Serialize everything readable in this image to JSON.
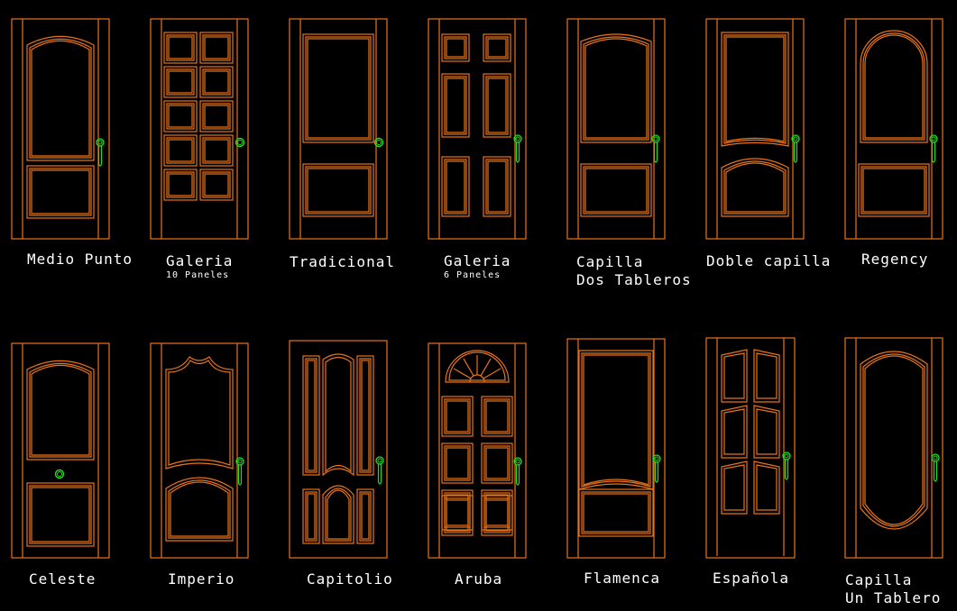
{
  "colors": {
    "background": "#000000",
    "door_line": "#E8731A",
    "handle": "#22DD22",
    "label": "#FFFFFF"
  },
  "doors": [
    {
      "id": "medio-punto",
      "label": "Medio Punto",
      "style": "arch-two-panel",
      "handle": "lever"
    },
    {
      "id": "galeria-10",
      "label": "Galeria",
      "sublabel": "10 Paneles",
      "style": "ten-panel",
      "handle": "knob"
    },
    {
      "id": "tradicional",
      "label": "Tradicional",
      "style": "traditional",
      "handle": "knob"
    },
    {
      "id": "galeria-6",
      "label": "Galeria",
      "sublabel": "6 Paneles",
      "style": "six-panel",
      "handle": "lever"
    },
    {
      "id": "capilla-dos",
      "label": "Capilla",
      "label2": "Dos Tableros",
      "style": "chapel-two",
      "handle": "lever"
    },
    {
      "id": "doble-capilla",
      "label": "Doble capilla",
      "style": "double-chapel",
      "handle": "lever"
    },
    {
      "id": "regency",
      "label": "Regency",
      "style": "regency",
      "handle": "lever"
    },
    {
      "id": "celeste",
      "label": "Celeste",
      "style": "celeste",
      "handle": "center-knob"
    },
    {
      "id": "imperio",
      "label": "Imperio",
      "style": "imperio",
      "handle": "lever"
    },
    {
      "id": "capitolio",
      "label": "Capitolio",
      "style": "capitolio",
      "handle": "lever"
    },
    {
      "id": "aruba",
      "label": "Aruba",
      "style": "aruba",
      "handle": "lever"
    },
    {
      "id": "flamenca",
      "label": "Flamenca",
      "style": "flamenca",
      "handle": "lever"
    },
    {
      "id": "espanola",
      "label": "Española",
      "style": "espanola",
      "handle": "lever"
    },
    {
      "id": "capilla-un",
      "label": "Capilla",
      "label2": "Un Tablero",
      "style": "chapel-one",
      "handle": "lever"
    }
  ]
}
